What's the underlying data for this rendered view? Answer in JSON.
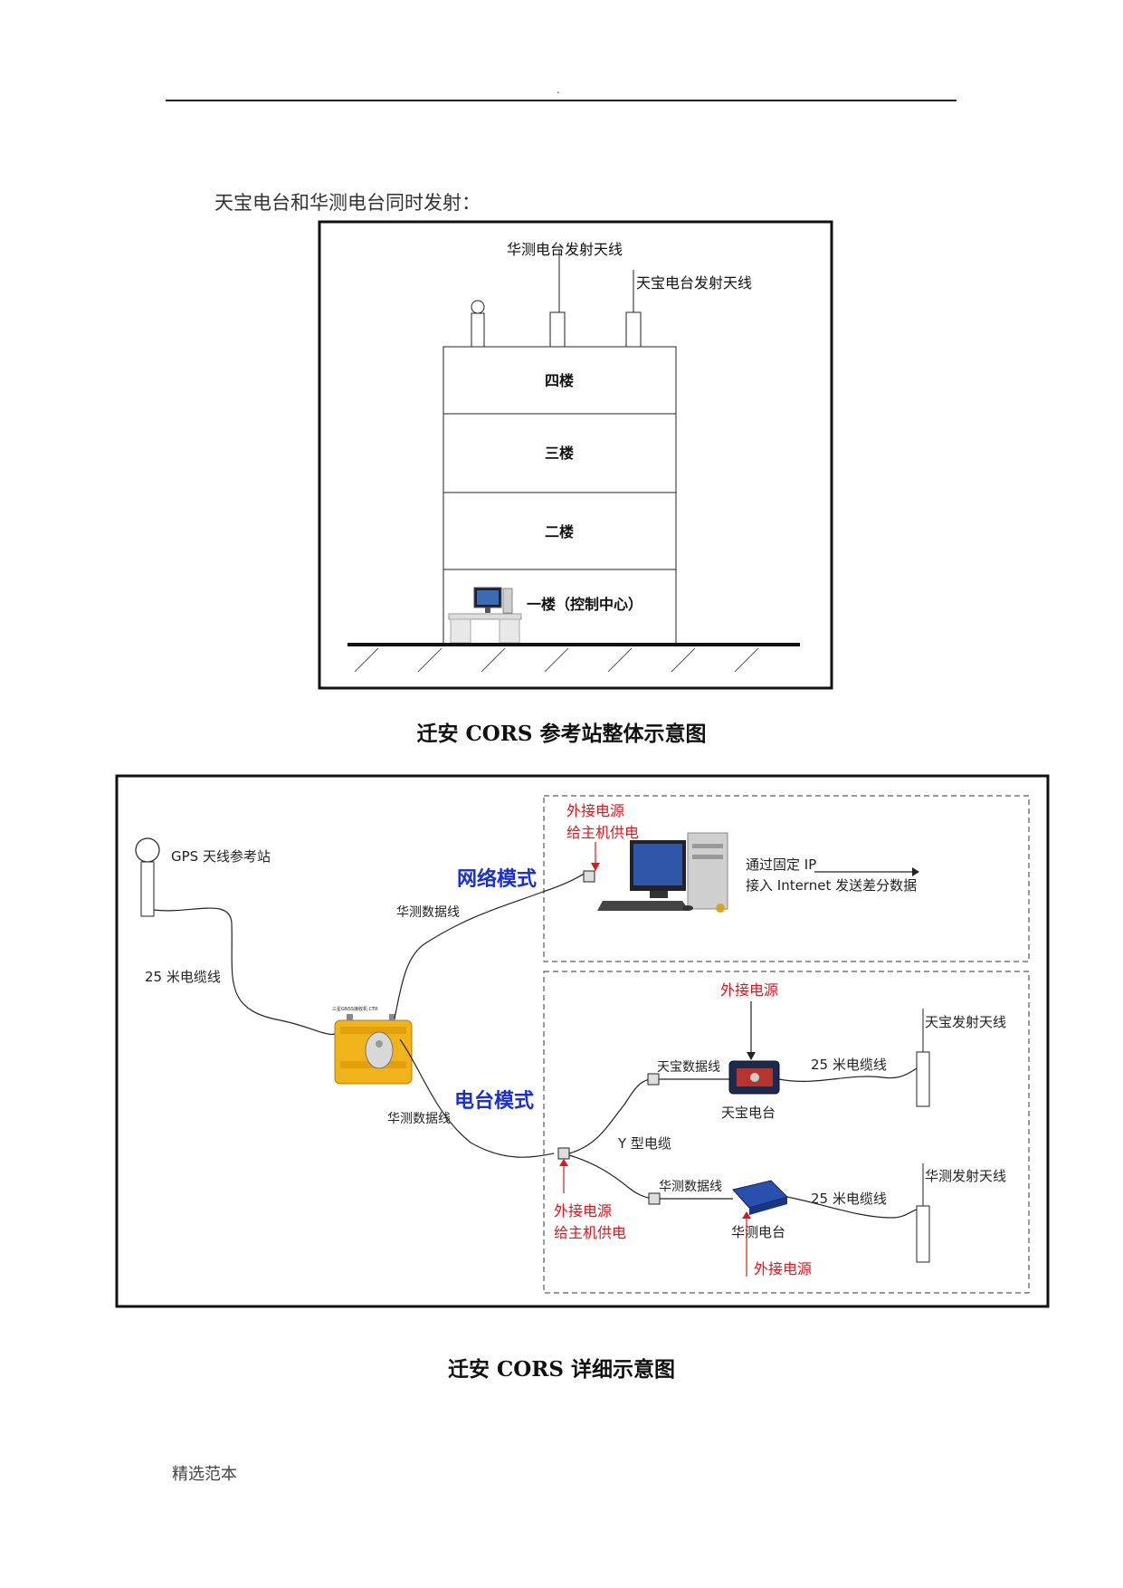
{
  "header": {
    "mark": "."
  },
  "intro_text": "天宝电台和华测电台同时发射：",
  "figure1": {
    "antenna_huace": "华测电台发射天线",
    "antenna_trimble": "天宝电台发射天线",
    "floor4": "四楼",
    "floor3": "三楼",
    "floor2": "二楼",
    "floor1": "一楼（控制中心）"
  },
  "caption1": "迁安 CORS 参考站整体示意图",
  "figure2": {
    "gps_station": "GPS 天线参考站",
    "cable_25m": "25 米电缆线",
    "huace_data_top": "华测数据线",
    "huace_data_bottom": "华测数据线",
    "network_mode": "网络模式",
    "radio_mode": "电台模式",
    "ext_power_top_line1": "外接电源",
    "ext_power_top_line2": "给主机供电",
    "ip_line1": "通过固定 IP",
    "ip_line2": "接入 Internet 发送差分数据",
    "ext_power_trimble": "外接电源",
    "trimble_antenna": "天宝发射天线",
    "trimble_data": "天宝数据线",
    "cable_25m_trimble": "25 米电缆线",
    "trimble_radio": "天宝电台",
    "y_cable": "Y 型电缆",
    "huace_antenna": "华测发射天线",
    "huace_data_radio": "华测数据线",
    "cable_25m_huace": "25 米电缆线",
    "huace_radio": "华测电台",
    "ext_power_bottom_line1": "外接电源",
    "ext_power_bottom_line2": "给主机供电",
    "ext_power_huace": "外接电源",
    "receiver_label": "三星GNSS接收机 CTR"
  },
  "caption2": "迁安 CORS 详细示意图",
  "footer": "精选范本",
  "colors": {
    "red": "#e0161b",
    "blue": "#1a2fd6",
    "black": "#111111"
  }
}
